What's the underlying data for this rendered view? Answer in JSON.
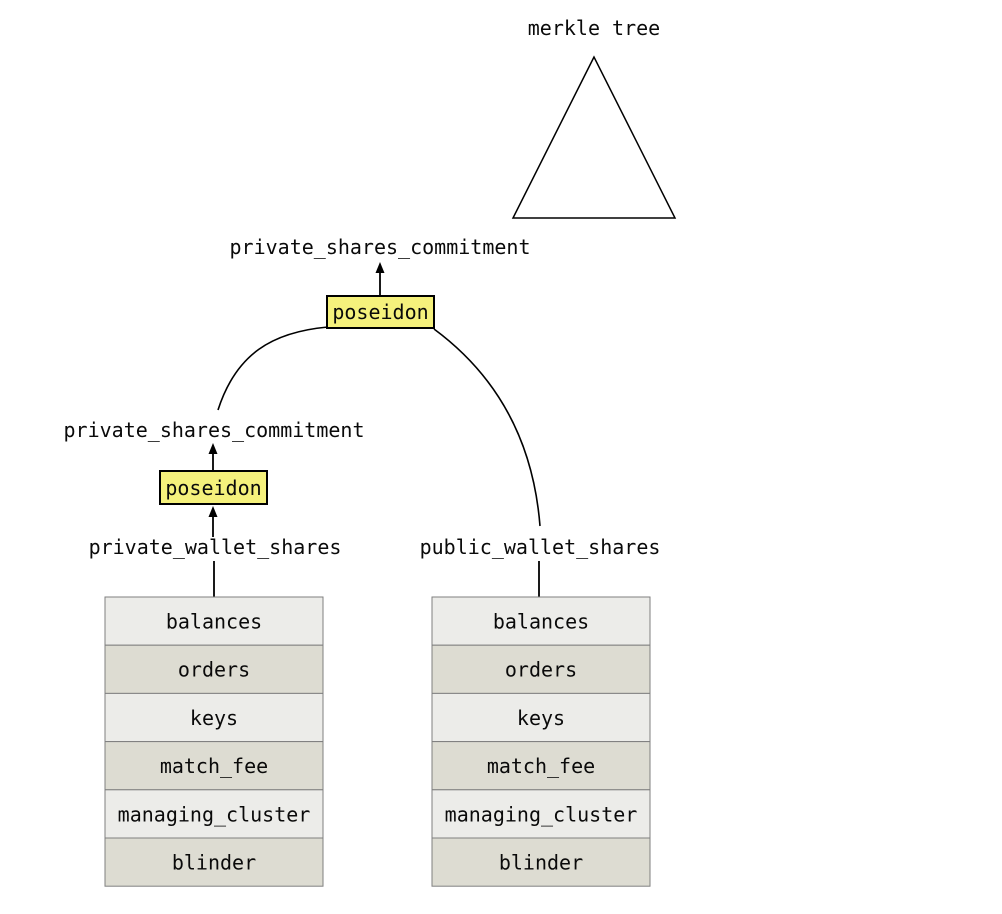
{
  "diagram": {
    "merkle_tree_label": "merkle tree",
    "root_commitment_label": "private_shares_commitment",
    "child_commitment_label": "private_shares_commitment",
    "hash_top_label": "poseidon",
    "hash_bottom_label": "poseidon",
    "private_wallet_label": "private_wallet_shares",
    "public_wallet_label": "public_wallet_shares"
  },
  "tables": {
    "private_wallet_shares": {
      "rows": [
        "balances",
        "orders",
        "keys",
        "match_fee",
        "managing_cluster",
        "blinder"
      ]
    },
    "public_wallet_shares": {
      "rows": [
        "balances",
        "orders",
        "keys",
        "match_fee",
        "managing_cluster",
        "blinder"
      ]
    }
  },
  "colors": {
    "hash_box_fill": "#F5F17C",
    "hash_box_border": "#000000",
    "row_light": "#ECECE9",
    "row_dark": "#DDDCD2",
    "table_border": "#7F7F7F",
    "line": "#000000",
    "text": "#0A0A0A",
    "background": "#FFFFFF"
  }
}
